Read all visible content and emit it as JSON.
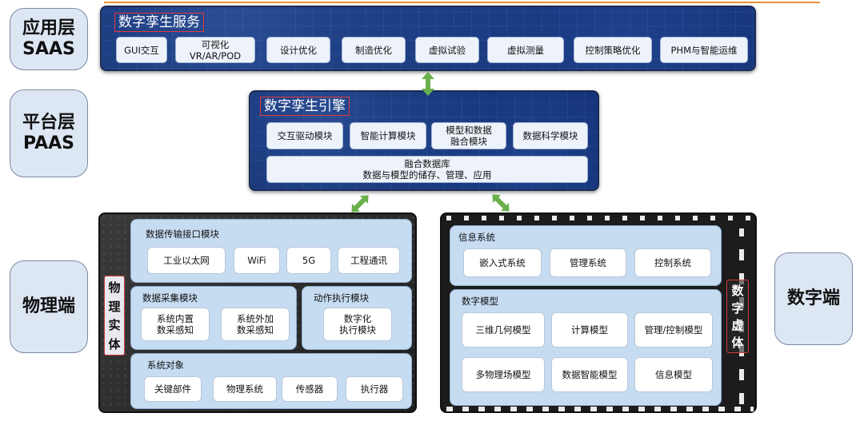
{
  "layers": {
    "saas": {
      "line1": "应用层",
      "line2": "SAAS"
    },
    "paas": {
      "line1": "平台层",
      "line2": "PAAS"
    },
    "physical": {
      "label": "物理端"
    },
    "digital": {
      "label": "数字端"
    }
  },
  "service": {
    "title": "数字孪生服务",
    "items": [
      {
        "line1": "GUI交互",
        "line2": ""
      },
      {
        "line1": "可视化",
        "line2": "VR/AR/POD"
      },
      {
        "line1": "设计优化",
        "line2": ""
      },
      {
        "line1": "制造优化",
        "line2": ""
      },
      {
        "line1": "虚拟试验",
        "line2": ""
      },
      {
        "line1": "虚拟测量",
        "line2": ""
      },
      {
        "line1": "控制策略优化",
        "line2": ""
      },
      {
        "line1": "PHM与智能运维",
        "line2": ""
      }
    ]
  },
  "engine": {
    "title": "数字孪生引擎",
    "modules": [
      {
        "line1": "交互驱动模块",
        "line2": ""
      },
      {
        "line1": "智能计算模块",
        "line2": ""
      },
      {
        "line1": "模型和数据",
        "line2": "融合模块"
      },
      {
        "line1": "数据科学模块",
        "line2": ""
      }
    ],
    "db": {
      "line1": "融合数据库",
      "line2": "数据与模型的储存、管理、应用"
    }
  },
  "physical": {
    "badge": [
      "物",
      "理",
      "实",
      "体"
    ],
    "transfer": {
      "title": "数据传输接口模块",
      "items": [
        "工业以太网",
        "WiFi",
        "5G",
        "工程通讯"
      ]
    },
    "collect": {
      "title": "数据采集模块",
      "items": [
        {
          "line1": "系统内置",
          "line2": "数采感知"
        },
        {
          "line1": "系统外加",
          "line2": "数采感知"
        }
      ]
    },
    "action": {
      "title": "动作执行模块",
      "item": {
        "line1": "数字化",
        "line2": "执行模块"
      }
    },
    "objects": {
      "title": "系统对象",
      "items": [
        "关键部件",
        "物理系统",
        "传感器",
        "执行器"
      ]
    }
  },
  "digital": {
    "badge": [
      "数",
      "字",
      "虚",
      "体"
    ],
    "info": {
      "title": "信息系统",
      "items": [
        "嵌入式系统",
        "管理系统",
        "控制系统"
      ]
    },
    "model": {
      "title": "数字模型",
      "items": [
        "三维几何模型",
        "计算模型",
        "管理/控制模型",
        "多物理场模型",
        "数据智能模型",
        "信息模型"
      ]
    }
  },
  "colors": {
    "accent": "#e8913b",
    "arrow": "#6ab04c",
    "dark_blue": "#0f2a6b",
    "badge_border": "#d23b3b"
  }
}
